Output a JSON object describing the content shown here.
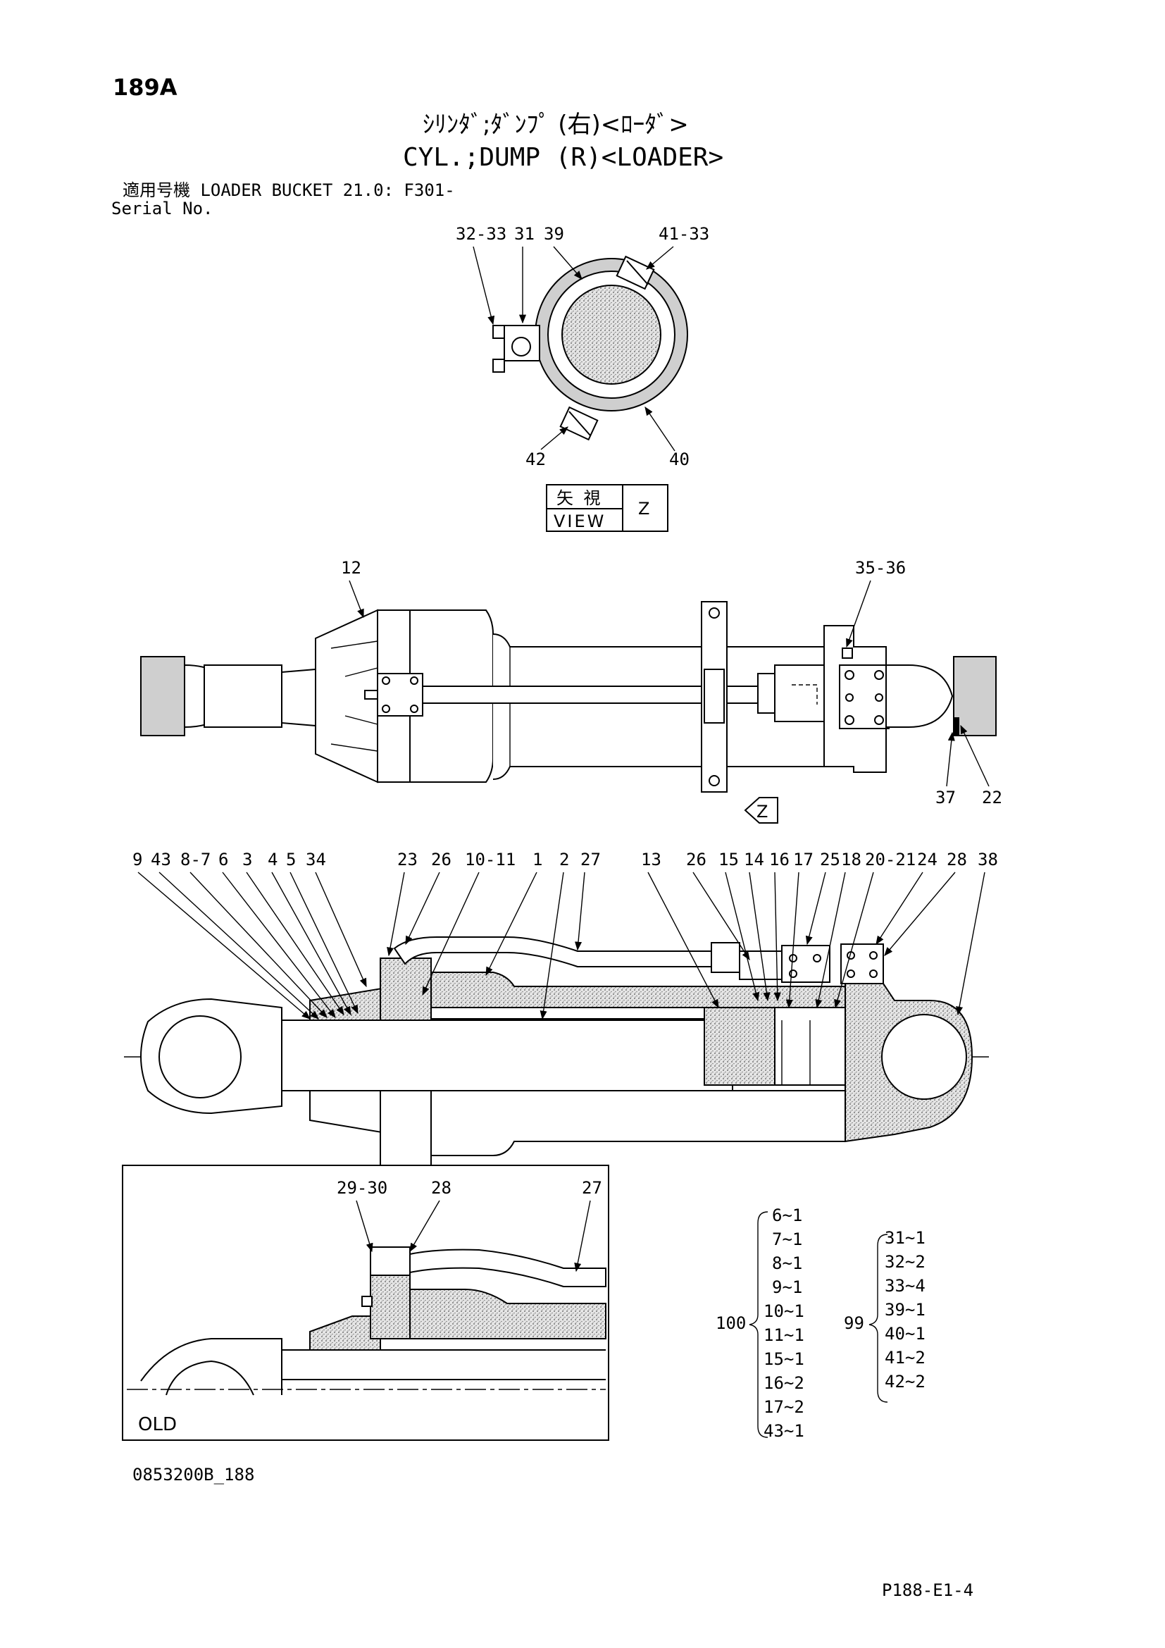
{
  "header": {
    "page_id": "189A",
    "title_jp": "ｼﾘﾝﾀﾞ;ﾀﾞﾝﾌﾟ (右)<ﾛｰﾀﾞ>",
    "title_en": "CYL.;DUMP (R)<LOADER>",
    "applicability": "適用号機  LOADER BUCKET 21.0: F301-",
    "serial_label": "Serial No."
  },
  "view_z": {
    "callouts": [
      "32-33",
      "31",
      "39",
      "41-33",
      "42",
      "40"
    ],
    "box_jp": "矢 視",
    "box_en": "VIEW",
    "box_letter": "Z"
  },
  "top_view": {
    "callouts": [
      "12",
      "35-36",
      "37",
      "22"
    ],
    "arrow_letter": "Z"
  },
  "section_view": {
    "callouts": [
      "9",
      "43",
      "8-7",
      "6",
      "3",
      "4",
      "5",
      "34",
      "23",
      "26",
      "10-11",
      "1",
      "2",
      "27",
      "13",
      "26",
      "15",
      "14",
      "16",
      "17",
      "25",
      "18",
      "20-21",
      "24",
      "28",
      "38"
    ]
  },
  "old_view": {
    "callouts": [
      "29-30",
      "28",
      "27"
    ],
    "label": "OLD"
  },
  "kits": {
    "kit_100": {
      "number": "100",
      "items": [
        "6~1",
        "7~1",
        "8~1",
        "9~1",
        "10~1",
        "11~1",
        "15~1",
        "16~2",
        "17~2",
        "43~1"
      ]
    },
    "kit_99": {
      "number": "99",
      "items": [
        "31~1",
        "32~2",
        "33~4",
        "39~1",
        "40~1",
        "41~2",
        "42~2"
      ]
    }
  },
  "footer": {
    "drawing_no": "0853200B_188",
    "page_ref": "P188-E1-4"
  }
}
